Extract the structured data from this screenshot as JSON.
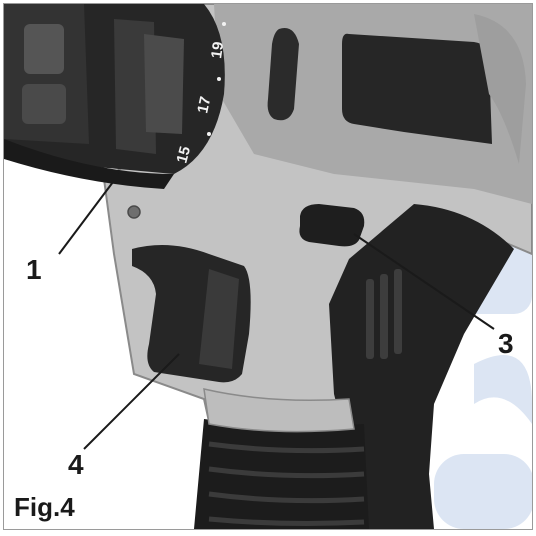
{
  "figure": {
    "label": "Fig.4"
  },
  "callouts": [
    {
      "number": "1"
    },
    {
      "number": "3"
    },
    {
      "number": "4"
    }
  ],
  "dial": {
    "numbers": [
      "15",
      "17",
      "19"
    ]
  },
  "colors": {
    "housing_grey": "#bfbfbf",
    "rubber_black": "#1f1f1f",
    "watermark_blue": "#c9d7ec"
  }
}
